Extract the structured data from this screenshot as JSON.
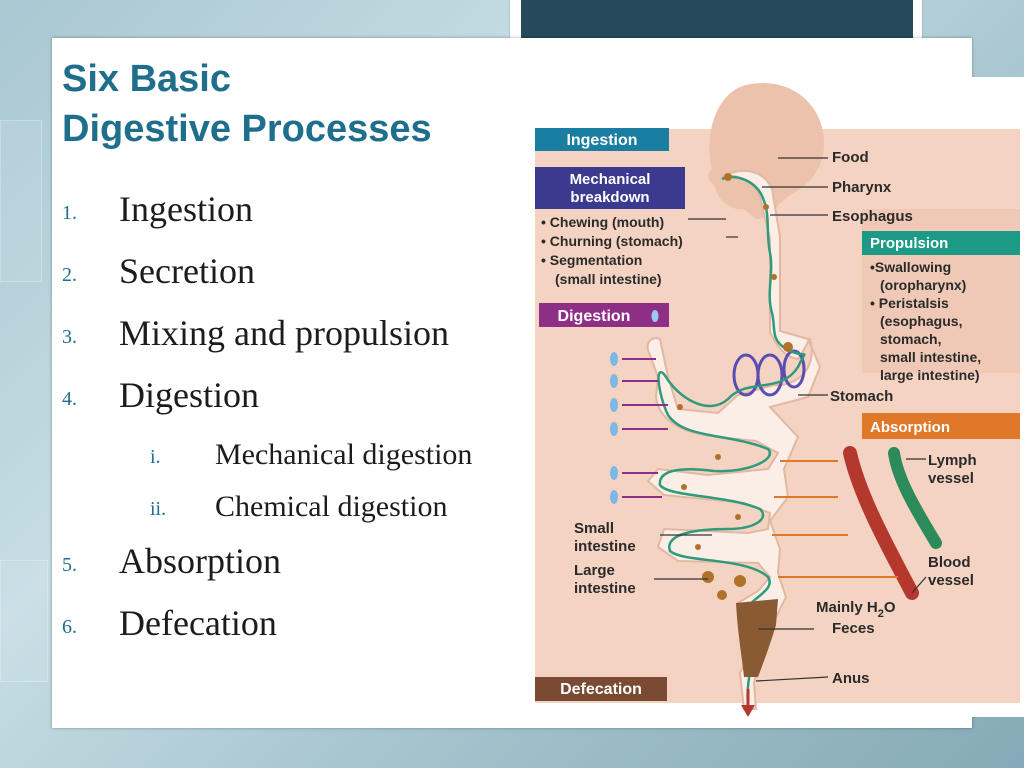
{
  "slide": {
    "title_line1": "Six Basic",
    "title_line2": "Digestive Processes",
    "items": [
      {
        "number": "1.",
        "label": "Ingestion"
      },
      {
        "number": "2.",
        "label": "Secretion"
      },
      {
        "number": "3.",
        "label": "Mixing and propulsion"
      },
      {
        "number": "4.",
        "label": "Digestion"
      },
      {
        "number": "5.",
        "label": "Absorption"
      },
      {
        "number": "6.",
        "label": "Defecation"
      }
    ],
    "subitems": [
      {
        "number": "i.",
        "label": "Mechanical digestion"
      },
      {
        "number": "ii.",
        "label": "Chemical digestion"
      }
    ]
  },
  "figure": {
    "boxes": {
      "ingestion": "Ingestion",
      "mechanical_1": "Mechanical",
      "mechanical_2": "breakdown",
      "digestion": "Digestion",
      "propulsion": "Propulsion",
      "absorption": "Absorption",
      "defecation": "Defecation"
    },
    "mechanical_items": [
      "• Chewing (mouth)",
      "• Churning (stomach)",
      "• Segmentation",
      "(small intestine)"
    ],
    "propulsion_items": [
      "•Swallowing",
      "(oropharynx)",
      "• Peristalsis",
      "(esophagus,",
      "stomach,",
      "small intestine,",
      "large intestine)"
    ],
    "labels": {
      "food": "Food",
      "pharynx": "Pharynx",
      "esophagus": "Esophagus",
      "stomach": "Stomach",
      "lymph_1": "Lymph",
      "lymph_2": "vessel",
      "small_1": "Small",
      "small_2": "intestine",
      "large_1": "Large",
      "large_2": "intestine",
      "blood_1": "Blood",
      "blood_2": "vessel",
      "mainly": "Mainly H",
      "h2o_sub": "2",
      "h2o_o": "O",
      "feces": "Feces",
      "anus": "Anus"
    },
    "colors": {
      "ingestion": "#1a7ea3",
      "mechanical": "#3c3a8f",
      "digestion": "#8e2f86",
      "propulsion": "#1d9a86",
      "absorption": "#e0782a",
      "defecation": "#7a4a32",
      "panel": "#f4d3c2",
      "head": "#edc2ad",
      "tract": "#fbeee6",
      "smooth_muscle": "#2f9a7c",
      "blood": "#b5382f",
      "lymph": "#2d8a5a"
    }
  }
}
